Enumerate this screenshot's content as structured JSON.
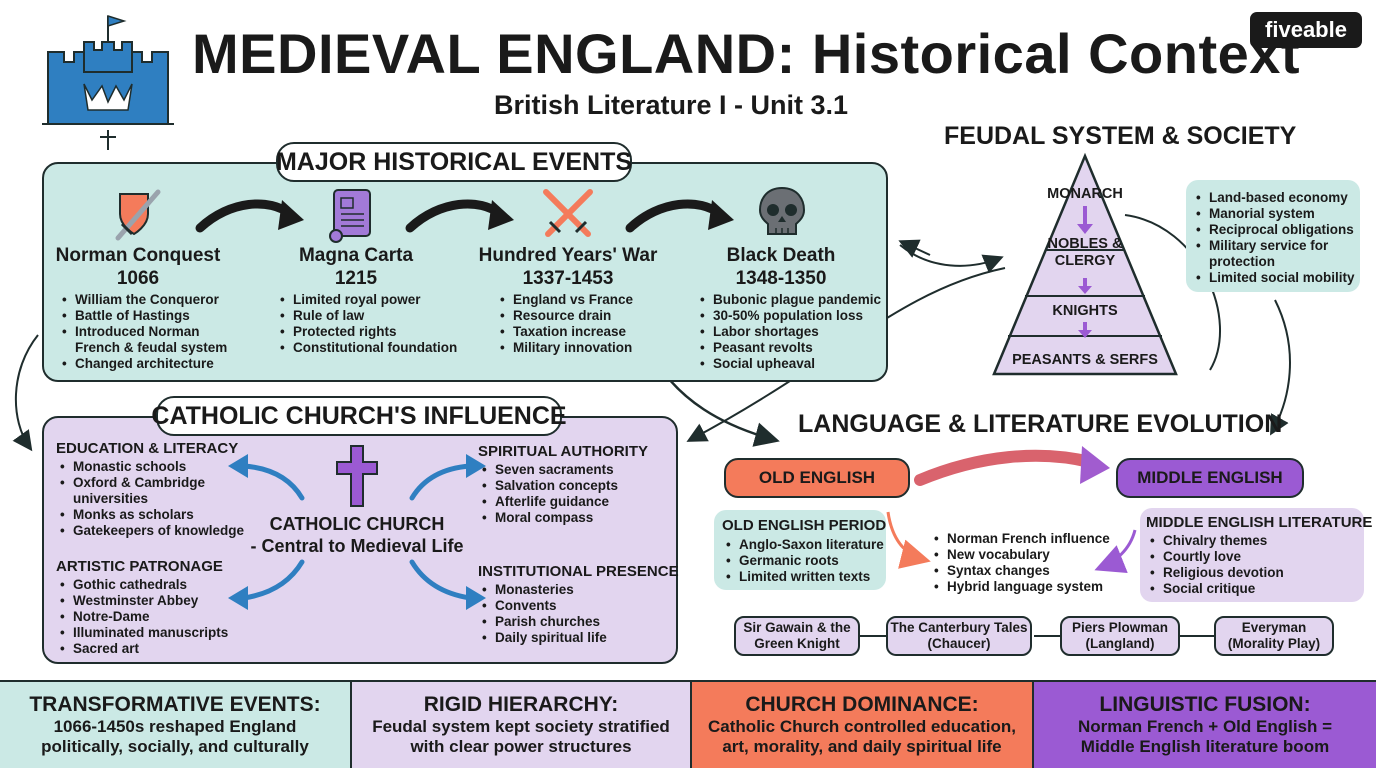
{
  "header": {
    "title": "MEDIEVAL ENGLAND: Historical Context",
    "subtitle": "British Literature I - Unit 3.1",
    "logo": "fiveable"
  },
  "icons": {
    "castle": "castle-crown-icon",
    "shield": "shield-sword-icon",
    "scroll": "scroll-icon",
    "swords": "crossed-swords-icon",
    "skull": "skull-icon",
    "cross": "cross-icon"
  },
  "colors": {
    "teal": "#cbe9e5",
    "lavender": "#e2d5ef",
    "orange": "#f47b5b",
    "purple": "#9b5ad3",
    "dark": "#1f2d2d"
  },
  "events": {
    "heading": "MAJOR HISTORICAL EVENTS",
    "items": [
      {
        "title": "Norman Conquest",
        "year": "1066",
        "bullets": [
          "William the Conqueror",
          "Battle of Hastings",
          "Introduced Norman French & feudal system",
          "Changed architecture"
        ]
      },
      {
        "title": "Magna Carta",
        "year": "1215",
        "bullets": [
          "Limited royal power",
          "Rule of law",
          "Protected rights",
          "Constitutional foundation"
        ]
      },
      {
        "title": "Hundred Years' War",
        "year": "1337-1453",
        "bullets": [
          "England vs France",
          "Resource drain",
          "Taxation increase",
          "Military innovation"
        ]
      },
      {
        "title": "Black Death",
        "year": "1348-1350",
        "bullets": [
          "Bubonic plague pandemic",
          "30-50% population loss",
          "Labor shortages",
          "Peasant revolts",
          "Social upheaval"
        ]
      }
    ]
  },
  "feudal": {
    "heading": "FEUDAL SYSTEM & SOCIETY",
    "levels": [
      "MONARCH",
      "NOBLES & CLERGY",
      "KNIGHTS",
      "PEASANTS & SERFS"
    ],
    "bullets": [
      "Land-based economy",
      "Manorial system",
      "Reciprocal obligations",
      "Military service for protection",
      "Limited social mobility"
    ]
  },
  "church": {
    "heading": "CATHOLIC CHURCH'S INFLUENCE",
    "center": [
      "CATHOLIC CHURCH",
      "- Central to Medieval Life"
    ],
    "education": {
      "title": "EDUCATION & LITERACY",
      "bullets": [
        "Monastic schools",
        "Oxford & Cambridge universities",
        "Monks as scholars",
        "Gatekeepers of knowledge"
      ]
    },
    "spiritual": {
      "title": "SPIRITUAL AUTHORITY",
      "bullets": [
        "Seven sacraments",
        "Salvation concepts",
        "Afterlife guidance",
        "Moral compass"
      ]
    },
    "artistic": {
      "title": "ARTISTIC PATRONAGE",
      "bullets": [
        "Gothic cathedrals",
        "Westminster Abbey",
        "Notre-Dame",
        "Illuminated manuscripts",
        "Sacred art"
      ]
    },
    "institutional": {
      "title": "INSTITUTIONAL PRESENCE",
      "bullets": [
        "Monasteries",
        "Convents",
        "Parish churches",
        "Daily spiritual life"
      ]
    }
  },
  "language": {
    "heading": "LANGUAGE & LITERATURE EVOLUTION",
    "old": "OLD ENGLISH",
    "middle": "MIDDLE ENGLISH",
    "old_period": {
      "title": "OLD ENGLISH PERIOD",
      "bullets": [
        "Anglo-Saxon literature",
        "Germanic roots",
        "Limited written texts"
      ]
    },
    "transition": [
      "Norman French influence",
      "New vocabulary",
      "Syntax changes",
      "Hybrid language system"
    ],
    "middle_lit": {
      "title": "MIDDLE ENGLISH LITERATURE",
      "bullets": [
        "Chivalry themes",
        "Courtly love",
        "Religious devotion",
        "Social critique"
      ]
    },
    "works": [
      {
        "line1": "Sir Gawain & the",
        "line2": "Green Knight"
      },
      {
        "line1": "The Canterbury Tales",
        "line2": "(Chaucer)"
      },
      {
        "line1": "Piers Plowman",
        "line2": "(Langland)"
      },
      {
        "line1": "Everyman",
        "line2": "(Morality Play)"
      }
    ]
  },
  "summary": [
    {
      "head": "TRANSFORMATIVE EVENTS:",
      "line1": "1066-1450s reshaped England",
      "line2": "politically, socially, and culturally"
    },
    {
      "head": "RIGID HIERARCHY:",
      "line1": "Feudal system kept society stratified",
      "line2": "with clear power structures"
    },
    {
      "head": "CHURCH DOMINANCE:",
      "line1": "Catholic Church controlled education,",
      "line2": "art, morality, and daily spiritual life"
    },
    {
      "head": "LINGUISTIC FUSION:",
      "line1": "Norman French + Old English =",
      "line2": "Middle English literature boom"
    }
  ]
}
